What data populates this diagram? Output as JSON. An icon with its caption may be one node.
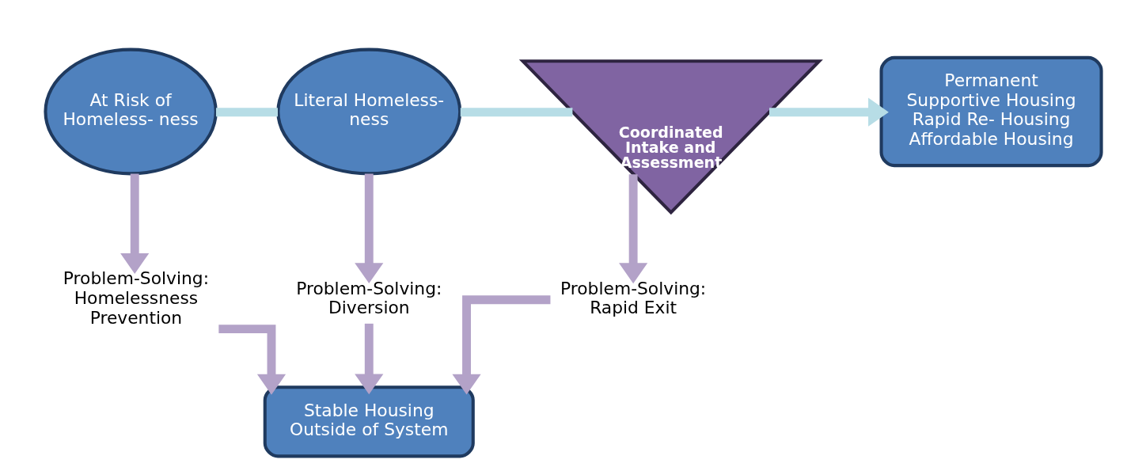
{
  "diagram": {
    "nodes": [
      {
        "text": [
          "At Risk of Homeless- ness"
        ]
      },
      {
        "text": [
          "Literal Homeless- ness"
        ]
      },
      {
        "text": [
          "Coordinated Intake and Assessment"
        ]
      },
      {
        "text": [
          "Permanent Supportive Housing",
          "Rapid Re- Housing",
          "Affordable Housing"
        ]
      },
      {
        "text": [
          "Problem-Solving: Homelessness Prevention"
        ]
      },
      {
        "text": [
          "Problem-Solving: Diversion"
        ]
      },
      {
        "text": [
          "Problem-Solving: Rapid Exit"
        ]
      },
      {
        "text": [
          "Stable Housing Outside of System"
        ]
      }
    ],
    "edges": [
      {
        "from": 0,
        "to": 1,
        "arrow": "none",
        "color": "#b7dde6"
      },
      {
        "from": 1,
        "to": 2,
        "arrow": "none",
        "color": "#b7dde6"
      },
      {
        "from": 2,
        "to": 3,
        "arrow": "to",
        "color": "#b7dde6"
      },
      {
        "from": 0,
        "to": 4,
        "arrow": "to"
      },
      {
        "from": 1,
        "to": 5,
        "arrow": "to"
      },
      {
        "from": 2,
        "to": 6,
        "arrow": "to"
      },
      {
        "from": 4,
        "to": 7,
        "arrow": "to"
      },
      {
        "from": 5,
        "to": 7,
        "arrow": "to"
      },
      {
        "from": 6,
        "to": 7,
        "arrow": "to"
      }
    ]
  }
}
